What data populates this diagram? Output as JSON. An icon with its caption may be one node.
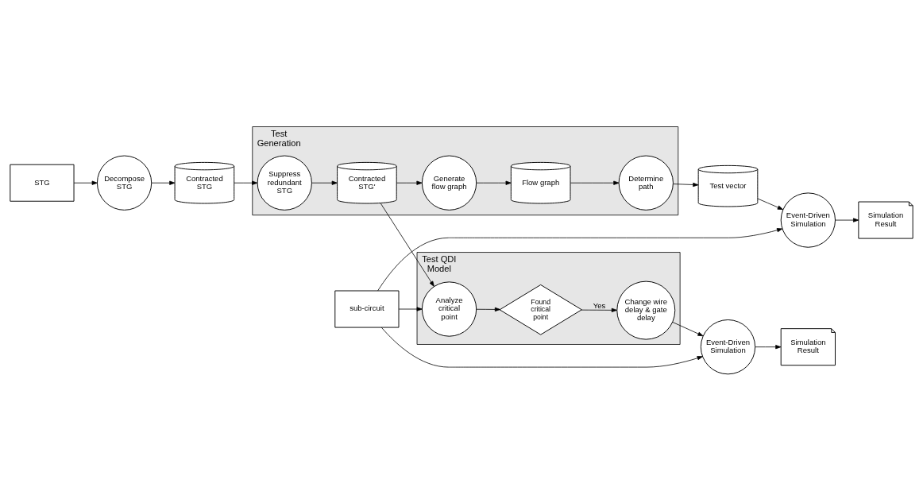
{
  "diagram": {
    "nodes": [
      {
        "text": [
          "STG"
        ]
      },
      {
        "text": [
          "Decompose STG"
        ]
      },
      {
        "text": [
          "Contracted STG"
        ]
      },
      {
        "text": [
          "Test Generation"
        ]
      },
      {
        "text": [
          "Suppress redundant STG"
        ],
        "in": 3
      },
      {
        "text": [
          "Contracted STG'"
        ],
        "in": 3
      },
      {
        "text": [
          "Generate flow graph"
        ],
        "in": 3
      },
      {
        "text": [
          "Flow graph"
        ],
        "in": 3
      },
      {
        "text": [
          "Determine path"
        ],
        "in": 3
      },
      {
        "text": [
          "Test vector"
        ]
      },
      {
        "text": [
          "Event-Driven Simulation"
        ]
      },
      {
        "text": [
          "Simulation Result"
        ]
      },
      {
        "text": [
          "Test QDI Model"
        ]
      },
      {
        "text": [
          "Analyze critical point"
        ],
        "in": 12
      },
      {
        "text": [
          "Found critical point"
        ],
        "in": 12
      },
      {
        "text": [
          "Change wire delay & gate delay"
        ],
        "in": 12
      },
      {
        "text": [
          "sub-circuit"
        ]
      },
      {
        "text": [
          "Event-Driven Simulation"
        ]
      },
      {
        "text": [
          "Simulation Result"
        ]
      }
    ],
    "edges": [
      {
        "from": 0,
        "to": 1,
        "arrow": "to"
      },
      {
        "from": 1,
        "to": 2,
        "arrow": "to"
      },
      {
        "from": 2,
        "to": 4,
        "arrow": "to"
      },
      {
        "from": 4,
        "to": 5,
        "arrow": "to"
      },
      {
        "from": 5,
        "to": 6,
        "arrow": "to"
      },
      {
        "from": 6,
        "to": 7,
        "arrow": "to"
      },
      {
        "from": 7,
        "to": 8,
        "arrow": "to"
      },
      {
        "from": 8,
        "to": 9,
        "arrow": "to"
      },
      {
        "from": 9,
        "to": 10,
        "arrow": "to"
      },
      {
        "from": 10,
        "to": 11,
        "arrow": "to"
      },
      {
        "from": 5,
        "to": 13,
        "arrow": "to"
      },
      {
        "from": 16,
        "to": 13,
        "arrow": "to"
      },
      {
        "from": 16,
        "to": 10,
        "arrow": "to"
      },
      {
        "from": 16,
        "to": 17,
        "arrow": "to"
      },
      {
        "from": 13,
        "to": 14,
        "arrow": "to"
      },
      {
        "from": 14,
        "to": 15,
        "arrow": "to",
        "label": "Yes"
      },
      {
        "from": 15,
        "to": 17,
        "arrow": "to"
      },
      {
        "from": 17,
        "to": 18,
        "arrow": "to"
      }
    ]
  }
}
